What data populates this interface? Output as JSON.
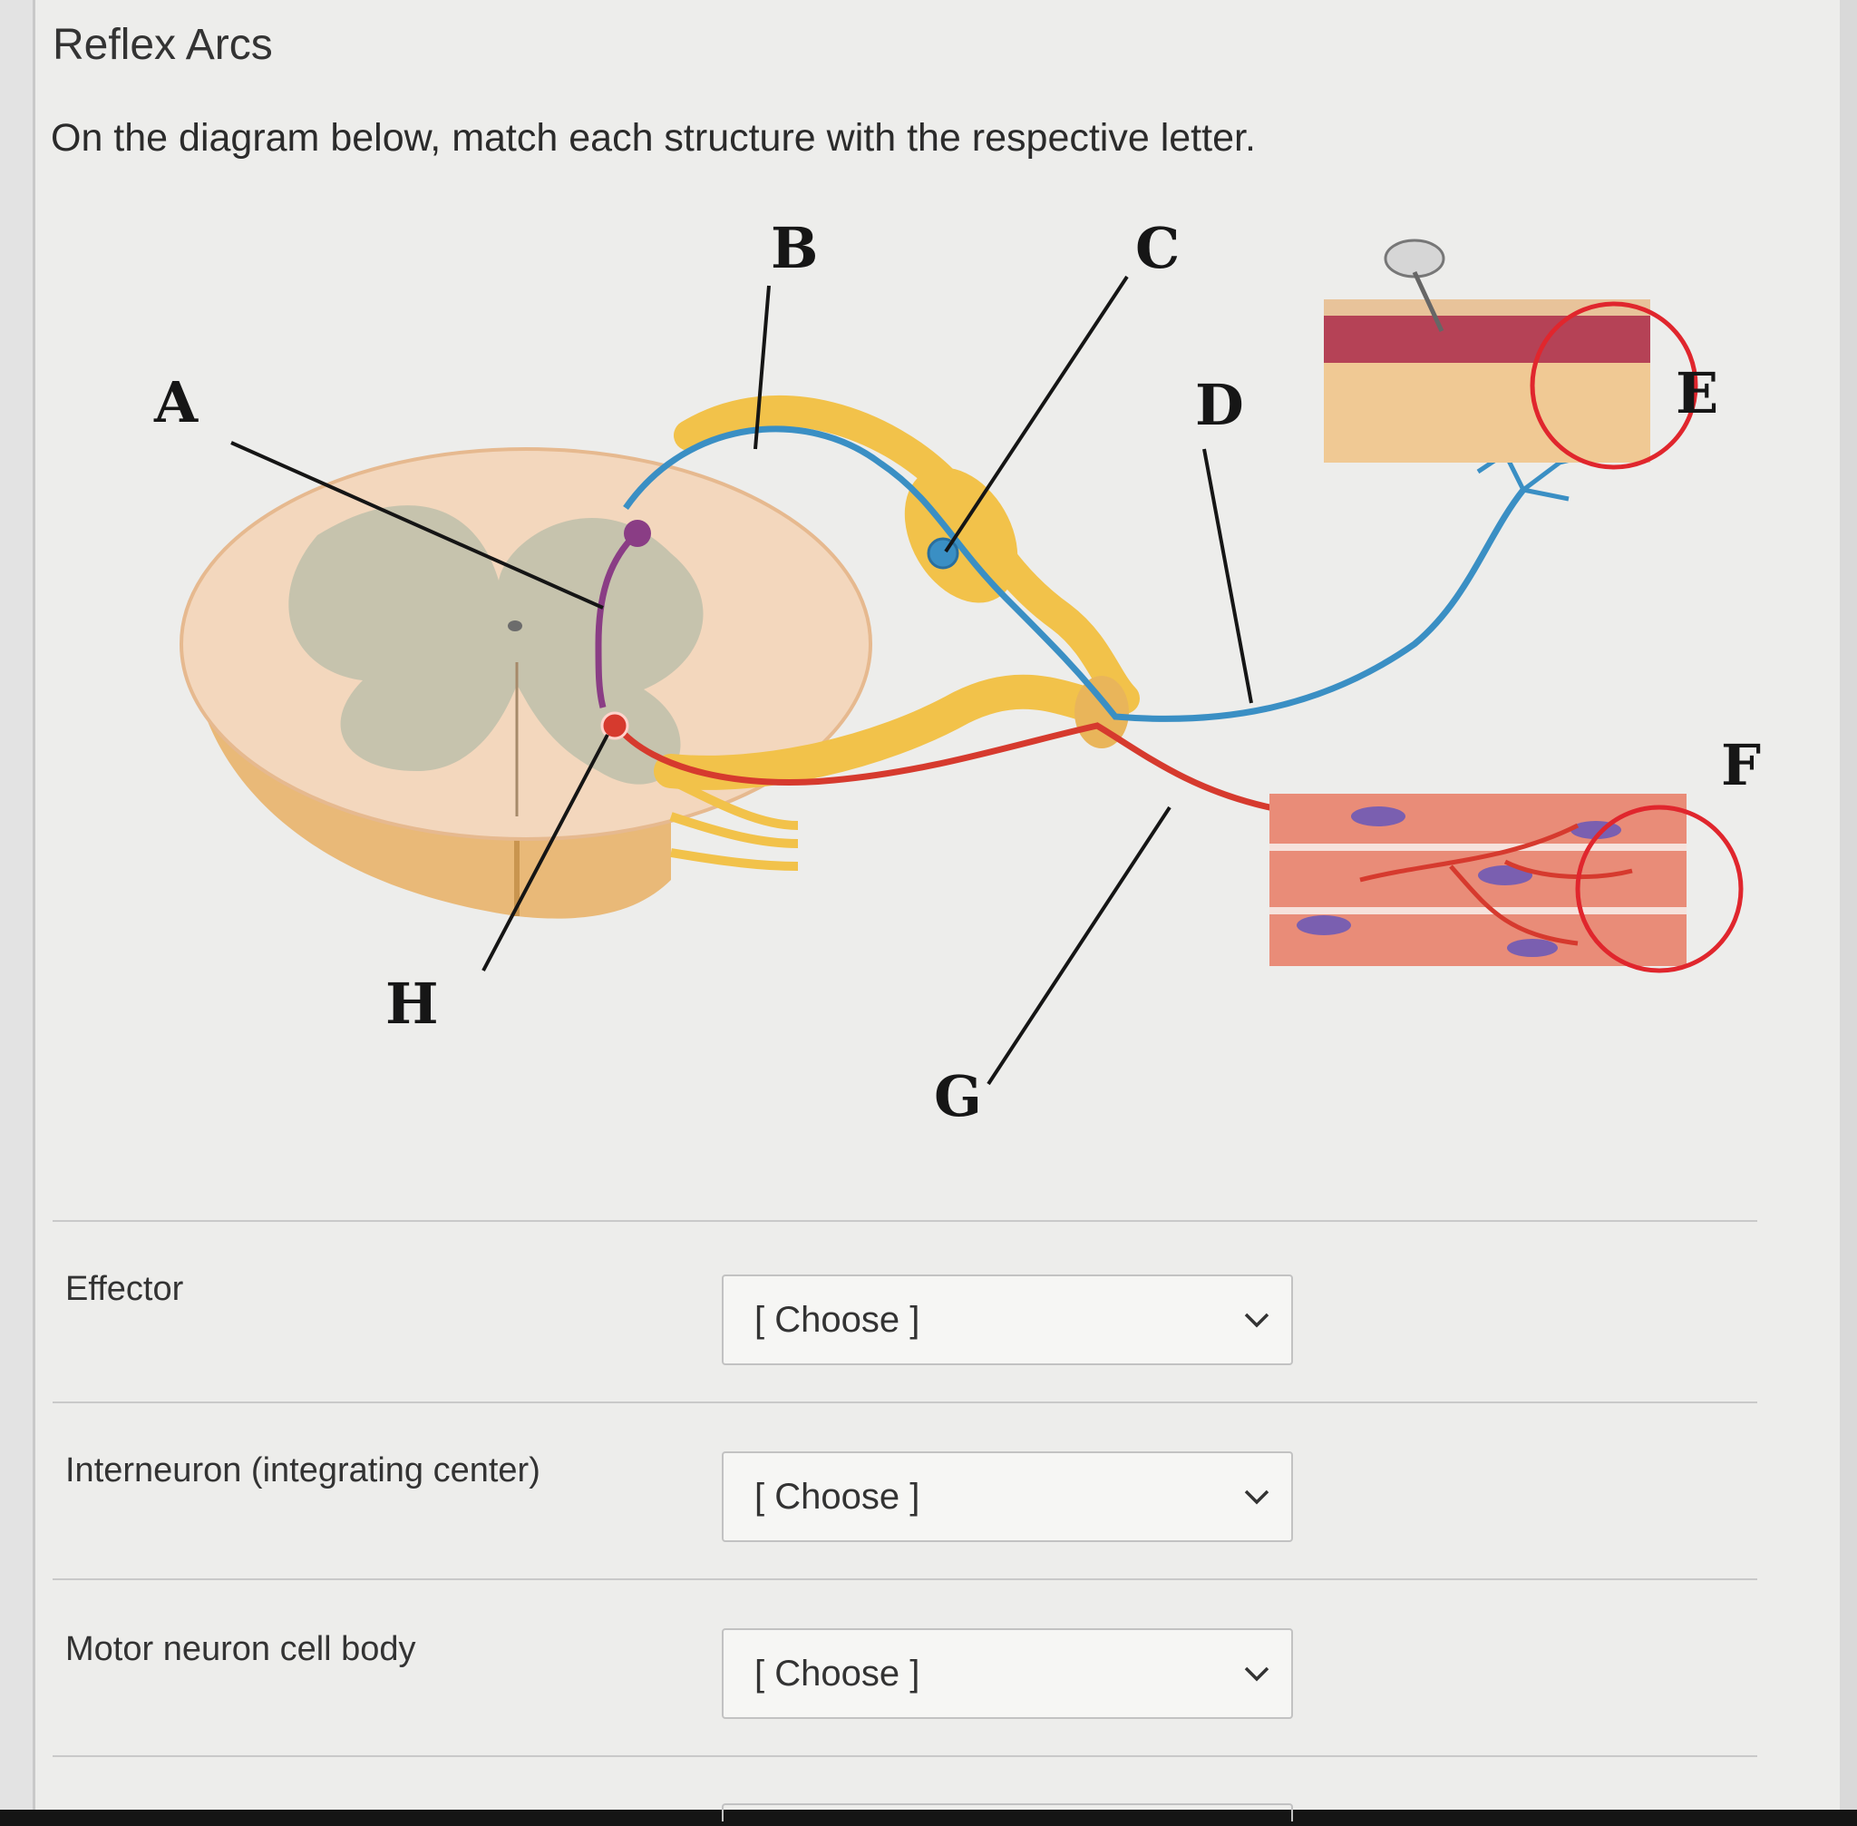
{
  "page": {
    "title": "Reflex Arcs",
    "instructions": "On the diagram below, match each structure with the respective letter."
  },
  "diagram": {
    "labels": [
      "A",
      "B",
      "C",
      "D",
      "E",
      "F",
      "G",
      "H"
    ],
    "colors": {
      "sensory_neuron": "#3a8fc4",
      "interneuron": "#8a3d85",
      "motor_neuron": "#d63a2e",
      "nerve": "#f2c24a",
      "highlight_circle": "#e0262d"
    }
  },
  "questions": [
    {
      "label": "Effector",
      "selected": "[ Choose ]"
    },
    {
      "label": "Interneuron (integrating center)",
      "selected": "[ Choose ]"
    },
    {
      "label": "Motor neuron cell body",
      "selected": "[ Choose ]"
    }
  ],
  "icons": {
    "dropdown": "chevron-down-icon"
  }
}
